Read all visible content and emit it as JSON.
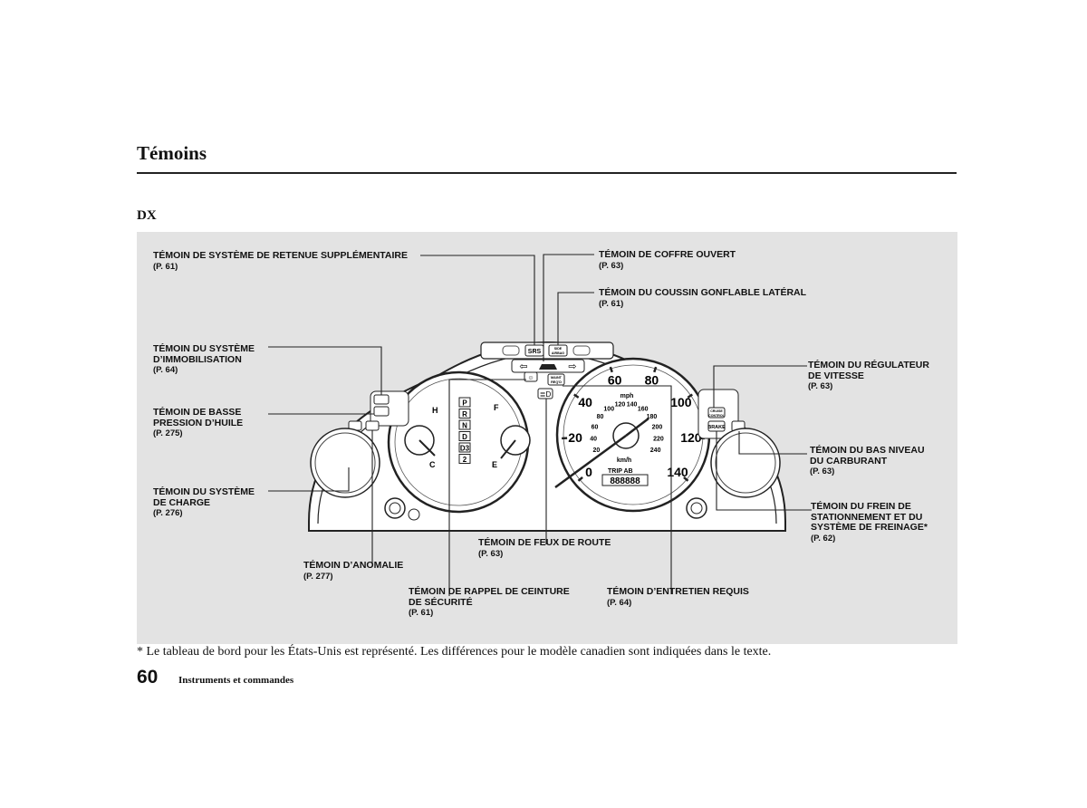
{
  "page": {
    "title": "Témoins",
    "subtitle": "DX",
    "footnote": "* Le tableau de bord pour les États-Unis est représenté. Les différences pour le modèle canadien sont indiquées dans le texte.",
    "page_number": "60",
    "section": "Instruments et commandes"
  },
  "labels": {
    "srs": {
      "l1": "TÉMOIN DE SYSTÈME DE RETENUE SUPPLÉMENTAIRE",
      "pg": "(P. 61)"
    },
    "immob": {
      "l1": "TÉMOIN DU SYSTÈME",
      "l2": "D’IMMOBILISATION",
      "pg": "(P. 64)"
    },
    "oil": {
      "l1": "TÉMOIN DE BASSE",
      "l2": "PRESSION D’HUILE",
      "pg": "(P. 275)"
    },
    "charge": {
      "l1": "TÉMOIN DU SYSTÈME",
      "l2": "DE CHARGE",
      "pg": "(P. 276)"
    },
    "anomalie": {
      "l1": "TÉMOIN D’ANOMALIE",
      "pg": "(P. 277)"
    },
    "seatbelt": {
      "l1": "TÉMOIN DE RAPPEL DE CEINTURE",
      "l2": "DE SÉCURITÉ",
      "pg": "(P. 61)"
    },
    "highbeam": {
      "l1": "TÉMOIN DE FEUX DE ROUTE",
      "pg": "(P. 63)"
    },
    "maint": {
      "l1": "TÉMOIN D’ENTRETIEN REQUIS",
      "pg": "(P. 64)"
    },
    "trunk": {
      "l1": "TÉMOIN DE COFFRE OUVERT",
      "pg": "(P. 63)"
    },
    "sideairbag": {
      "l1": "TÉMOIN DU COUSSIN GONFLABLE LATÉRAL",
      "pg": "(P. 61)"
    },
    "cruise": {
      "l1": "TÉMOIN DU RÉGULATEUR",
      "l2": "DE VITESSE",
      "pg": "(P. 63)"
    },
    "fuel": {
      "l1": "TÉMOIN DU BAS NIVEAU",
      "l2": "DU CARBURANT",
      "pg": "(P. 63)"
    },
    "brake": {
      "l1": "TÉMOIN DU FREIN DE",
      "l2": "STATIONNEMENT ET DU",
      "l3": "SYSTÈME DE FREINAGE*",
      "pg": "(P. 62)"
    }
  },
  "cluster": {
    "gear_letters": [
      "P",
      "R",
      "N",
      "D",
      "D3",
      "2"
    ],
    "temp_labels": {
      "hot": "H",
      "cold": "C"
    },
    "fuel_labels": {
      "full": "F",
      "empty": "E"
    },
    "mph_ticks": [
      "0",
      "20",
      "40",
      "60",
      "80",
      "100",
      "120",
      "140"
    ],
    "kmh_ticks": [
      "20",
      "40",
      "60",
      "80",
      "100",
      "120",
      "140",
      "160",
      "180",
      "200",
      "220",
      "240"
    ],
    "mph_unit": "mph",
    "kmh_unit": "km/h",
    "trip": "TRIP AB",
    "odometer": "888888",
    "indicators": {
      "srs": "SRS",
      "side_airbag": "SIDE AIRBAG",
      "maint": "MAINT REQ'D",
      "cruise": "CRUISE CONTROL",
      "brake": "BRAKE"
    }
  }
}
